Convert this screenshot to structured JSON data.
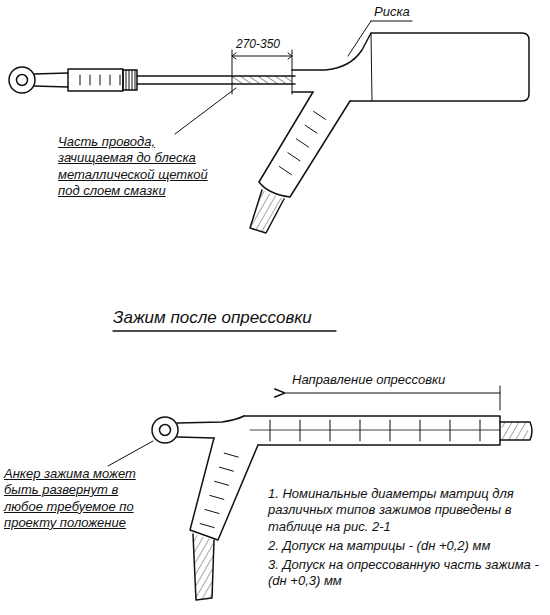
{
  "diagram": {
    "labels": [
      "Риска",
      "270-350",
      "Часть провода, зачищаемая до блеска металлической щеткой под слоем смазки",
      "Зажим после опрессовки",
      "Направление опрессовки",
      "Анкер зажима может быть развернут в любое требуемое по проекту положение",
      "1. Номинальные диаметры матриц для различных типов зажимов приведены в таблице на рис. 2-1",
      "2. Допуск на матрицы - (dн +0,2) мм",
      "3. Допуск на опрессованную часть зажима - (dн +0,3) мм"
    ]
  }
}
